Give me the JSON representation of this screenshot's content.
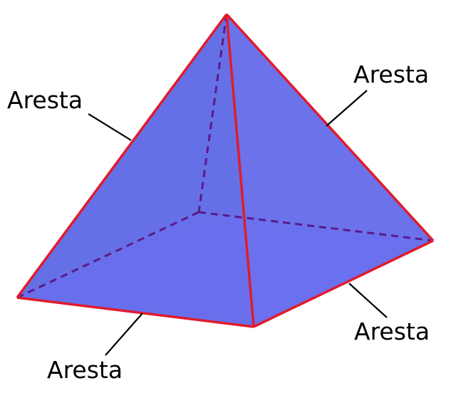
{
  "labels": {
    "edge_upper_left": "Aresta",
    "edge_upper_right": "Aresta",
    "edge_bottom_left": "Aresta",
    "edge_bottom_right": "Aresta"
  },
  "colors": {
    "background": "#ffffff",
    "face_left": "#6a70dc",
    "face_right": "#6b72e6",
    "face_front": "#6c6ff1",
    "face_back": "#5a63c8",
    "edge_visible": "#e01b2d",
    "edge_hidden": "#5a1a8a",
    "leader_line": "#000000"
  }
}
